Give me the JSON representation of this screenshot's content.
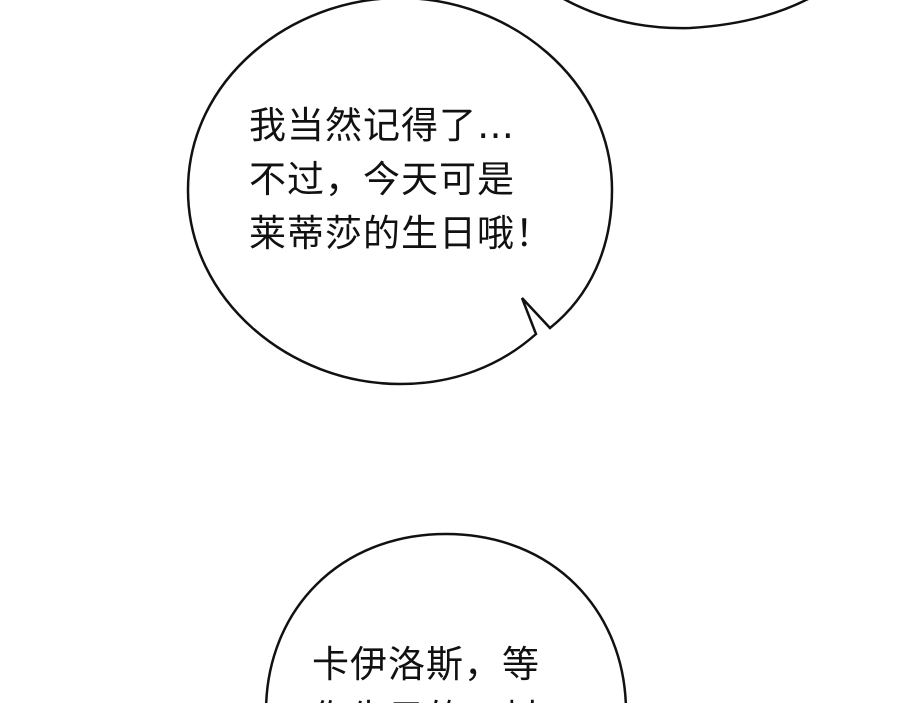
{
  "panel": {
    "bubble_main": {
      "lines": [
        "我当然记得了…",
        "不过，今天可是",
        "莱蒂莎的生日哦！"
      ]
    },
    "bubble_bottom": {
      "lines": [
        "卡伊洛斯，等",
        "你先子的，村"
      ]
    }
  },
  "colors": {
    "background": "#ffffff",
    "outline": "#111111",
    "text": "#111111"
  }
}
